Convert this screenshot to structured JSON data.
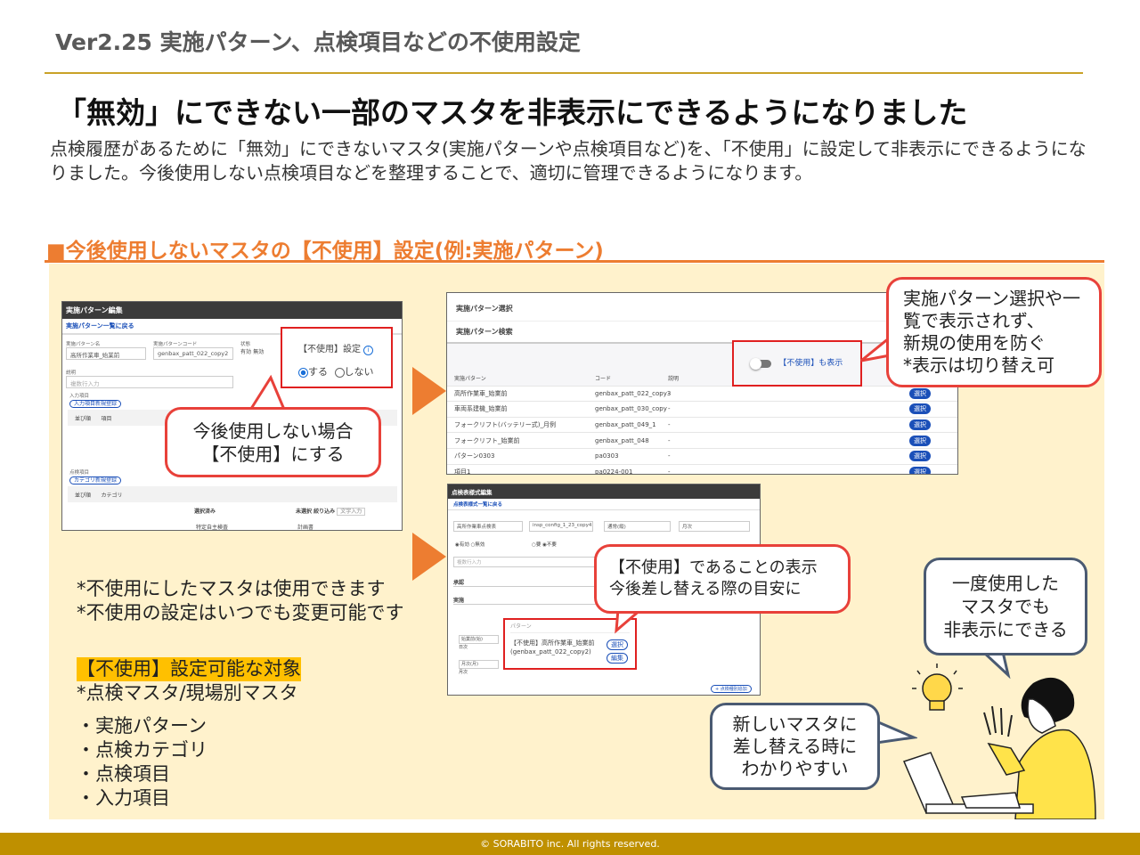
{
  "header": {
    "version_title": "Ver2.25 実施パターン、点検項目などの不使用設定"
  },
  "headline": "「無効」にできない一部のマスタを非表示にできるようになりました",
  "description": "点検履歴があるために「無効」にできないマスタ(実施パターンや点検項目など)を、「不使用」に設定して非表示にできるようになりました。今後使用しない点検項目などを整理することで、適切に管理できるようになります。",
  "section_title": "■今後使用しないマスタの【不使用】設定(例:実施パターン)",
  "shot1": {
    "title": "実施パターン編集",
    "back_link": "実施パターン一覧に戻る",
    "name_label": "実施パターン名",
    "name_value": "高所作業車_始業前",
    "code_label": "実施パターンコード",
    "code_value": "genbax_patt_022_copy2",
    "status_label": "状態",
    "status_on": "有効",
    "status_off": "無効",
    "desc_label": "説明",
    "desc_placeholder": "複数行入力",
    "input_label": "入力項目",
    "input_btn": "入力項目新規登録",
    "col_order": "並び順",
    "col_item": "項目",
    "check_label": "点検項目",
    "category_btn": "カテゴリ新規登録",
    "col_category": "カテゴリ",
    "selected": "選択済み",
    "unselected": "未選択",
    "filter": "絞り込み",
    "filter_placeholder": "文字入力",
    "item1": "特定自主検査",
    "item2": "計画書",
    "unuse_label": "【不使用】設定",
    "opt_yes": "する",
    "opt_no": "しない"
  },
  "callout1": {
    "line1": "今後使用しない場合",
    "line2": "【不使用】にする"
  },
  "shot2": {
    "title": "実施パターン選択",
    "search_title": "実施パターン検索",
    "toggle_label": "【不使用】も表示",
    "col_pattern": "実施パターン",
    "col_code": "コード",
    "col_desc": "説明",
    "select_label": "選択",
    "rows": [
      {
        "name": "高所作業車_始業前",
        "code": "genbax_patt_022_copy3",
        "desc": "-"
      },
      {
        "name": "車両系建機_始業前",
        "code": "genbax_patt_030_copy",
        "desc": "-"
      },
      {
        "name": "フォークリフト(バッテリー式)_月例",
        "code": "genbax_patt_049_1",
        "desc": "-"
      },
      {
        "name": "フォークリフト_始業前",
        "code": "genbax_patt_048",
        "desc": "-"
      },
      {
        "name": "パターン0303",
        "code": "pa0303",
        "desc": "-"
      },
      {
        "name": "項目1",
        "code": "pa0224-001",
        "desc": "-"
      }
    ]
  },
  "callout2": {
    "line1": "実施パターン選択や一",
    "line2": "覧で表示されず、",
    "line3": "新規の使用を防ぐ",
    "line4": "*表示は切り替え可"
  },
  "shot3": {
    "title": "点検表様式編集",
    "back_link": "点検表様式一覧に戻る",
    "name_value": "高所作業車点検表",
    "code_value": "insp_config_1_23_copy4",
    "type_value": "通常(縦)",
    "period_value": "月次",
    "status_on": "有効",
    "status_off": "無効",
    "req": "要",
    "noreq": "不要",
    "desc_placeholder": "複数行入力",
    "approve": "承認",
    "exec": "実施",
    "pattern_label": "パターン",
    "pattern_value": "【不使用】高所作業車_始業前",
    "pattern_code": "(genbax_patt_022_copy2)",
    "select_btn": "選択",
    "edit_btn": "編集",
    "row1_a": "始業前(始)",
    "row1_b": "日次",
    "row2_a": "月次(月)",
    "row2_b": "月次",
    "add_btn": "+ 点検種別追加"
  },
  "callout3": {
    "line1": "【不使用】であることの表示",
    "line2": "今後差し替える際の目安に"
  },
  "callout4": {
    "line1": "一度使用した",
    "line2": "マスタでも",
    "line3": "非表示にできる"
  },
  "callout5": {
    "line1": "新しいマスタに",
    "line2": "差し替える時に",
    "line3": "わかりやすい"
  },
  "notes": {
    "note1": "*不使用にしたマスタは使用できます",
    "note2": "*不使用の設定はいつでも変更可能です",
    "target_title": "【不使用】設定可能な対象",
    "target_sub": "*点検マスタ/現場別マスタ",
    "targets": [
      "・実施パターン",
      "・点検カテゴリ",
      "・点検項目",
      "・入力項目"
    ]
  },
  "footer": "© SORABITO inc. All rights reserved."
}
